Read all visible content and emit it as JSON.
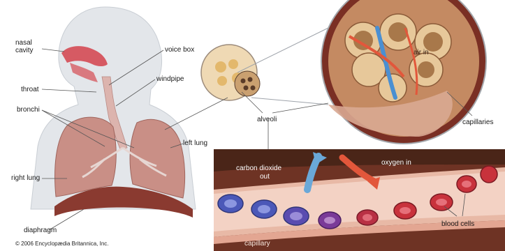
{
  "labels": {
    "nasal_cavity_line1": "nasal",
    "nasal_cavity_line2": "cavity",
    "voice_box": "voice box",
    "throat": "throat",
    "windpipe": "windpipe",
    "bronchi": "bronchi",
    "left_lung": "left lung",
    "right_lung": "right lung",
    "diaphragm": "diaphragm",
    "alveoli": "alveoli",
    "air_in": "air in",
    "capillaries": "capillaries",
    "carbon_dioxide_out_line1": "carbon dioxide",
    "carbon_dioxide_out_line2": "out",
    "oxygen_in": "oxygen in",
    "blood_cells": "blood cells",
    "capillary": "capillary"
  },
  "credit": "© 2006 Encyclopædia Britannica, Inc.",
  "colors": {
    "body_silhouette": "#e3e6ea",
    "lung": "#c98f86",
    "airway": "#d9a6a0",
    "nasal": "#d65a63",
    "capillary_bg": "#5a2a20",
    "capillary_tube": "#e8b9a6",
    "co2_arrow": "#6aa8d8",
    "o2_arrow": "#e2573b",
    "red_cell": "#c8323c",
    "blue_cell": "#4b58b8",
    "alveolus": "#e6c48e"
  }
}
